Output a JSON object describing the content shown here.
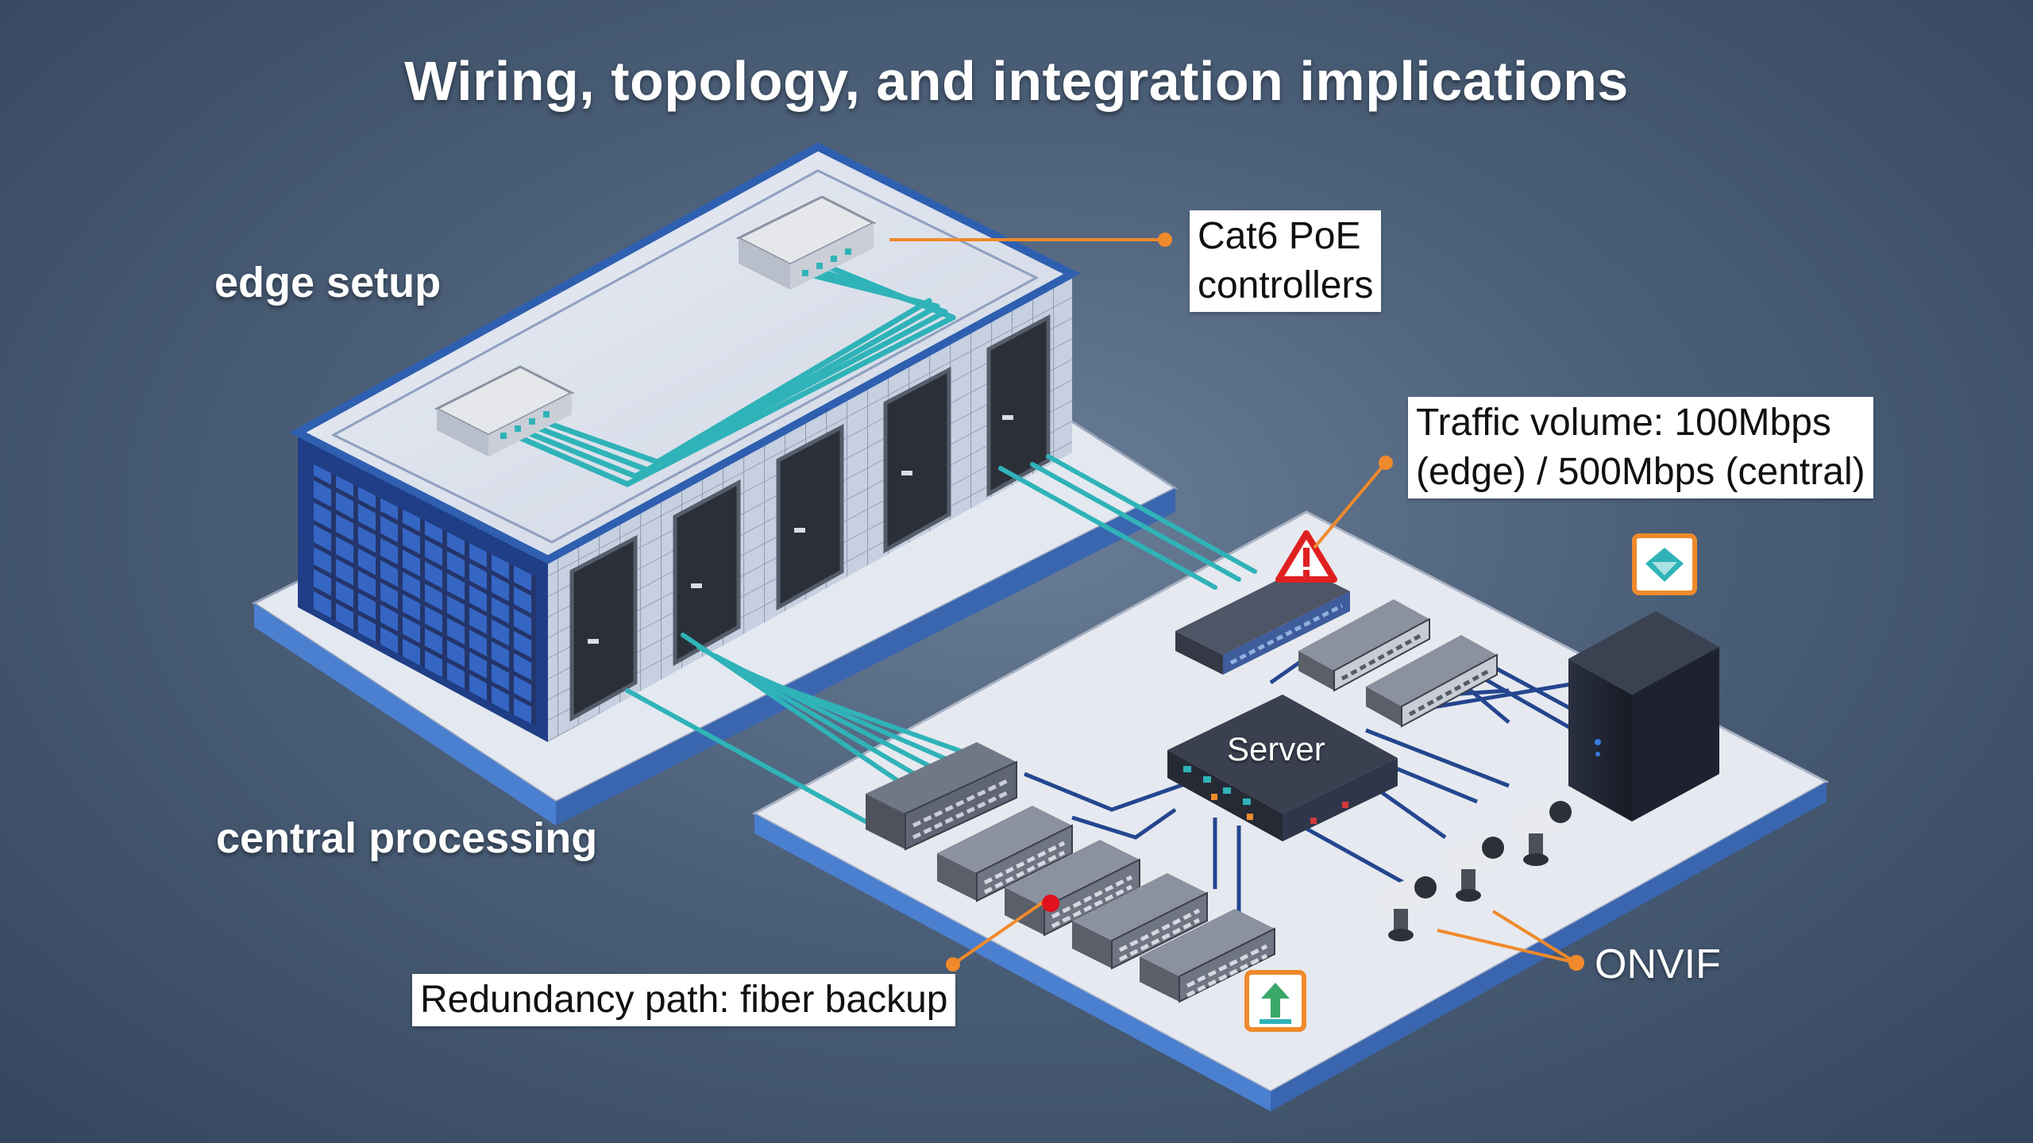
{
  "title": "Wiring, topology, and integration implications",
  "labels": {
    "edge": "edge setup",
    "central": "central processing"
  },
  "callouts": {
    "cat6_line1": "Cat6 PoE",
    "cat6_line2": "controllers",
    "traffic_line1": "Traffic volume: 100Mbps",
    "traffic_line2": "(edge) / 500Mbps (central)",
    "redundancy": "Redundancy path: fiber backup",
    "onvif": "ONVIF"
  },
  "server_label": "Server",
  "colors": {
    "cable": "#2fb3b8",
    "cable_dark": "#24468f",
    "callout_line": "#f08a2c",
    "warning": "#e02020",
    "icon_frame": "#f08a2c"
  }
}
